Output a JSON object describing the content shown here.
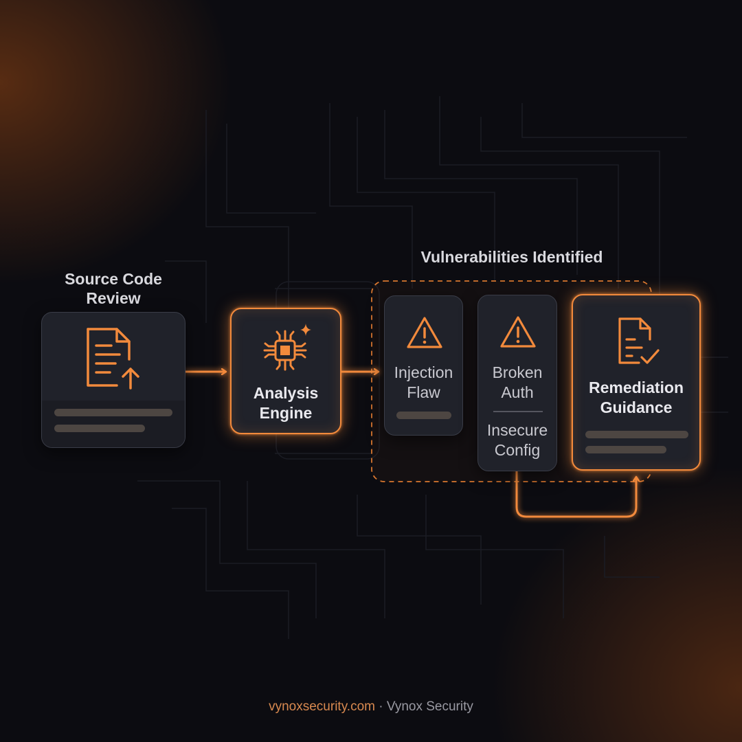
{
  "diagram": {
    "source": {
      "title_line1": "Source Code",
      "title_line2": "Review",
      "icon": "document-upload-icon"
    },
    "engine": {
      "label_line1": "Analysis",
      "label_line2": "Engine",
      "icon": "cpu-chip-sparkle-icon"
    },
    "group_title": "Vulnerabilities Identified",
    "vulns": [
      {
        "line1": "Injection",
        "line2": "Flaw",
        "icon": "warning-triangle-icon"
      },
      {
        "line1": "Broken",
        "line2": "Auth",
        "icon": "warning-triangle-icon"
      },
      {
        "line1": "Insecure",
        "line2": "Config"
      }
    ],
    "remediation": {
      "line1": "Remediation",
      "line2": "Guidance",
      "icon": "document-check-icon"
    }
  },
  "footer": {
    "domain": "vynoxsecurity.com",
    "separator": " · ",
    "brand": "Vynox Security"
  },
  "colors": {
    "accent": "#f28a3c",
    "card": "#20222a",
    "background": "#0c0c11",
    "bar": "#4d4642"
  }
}
